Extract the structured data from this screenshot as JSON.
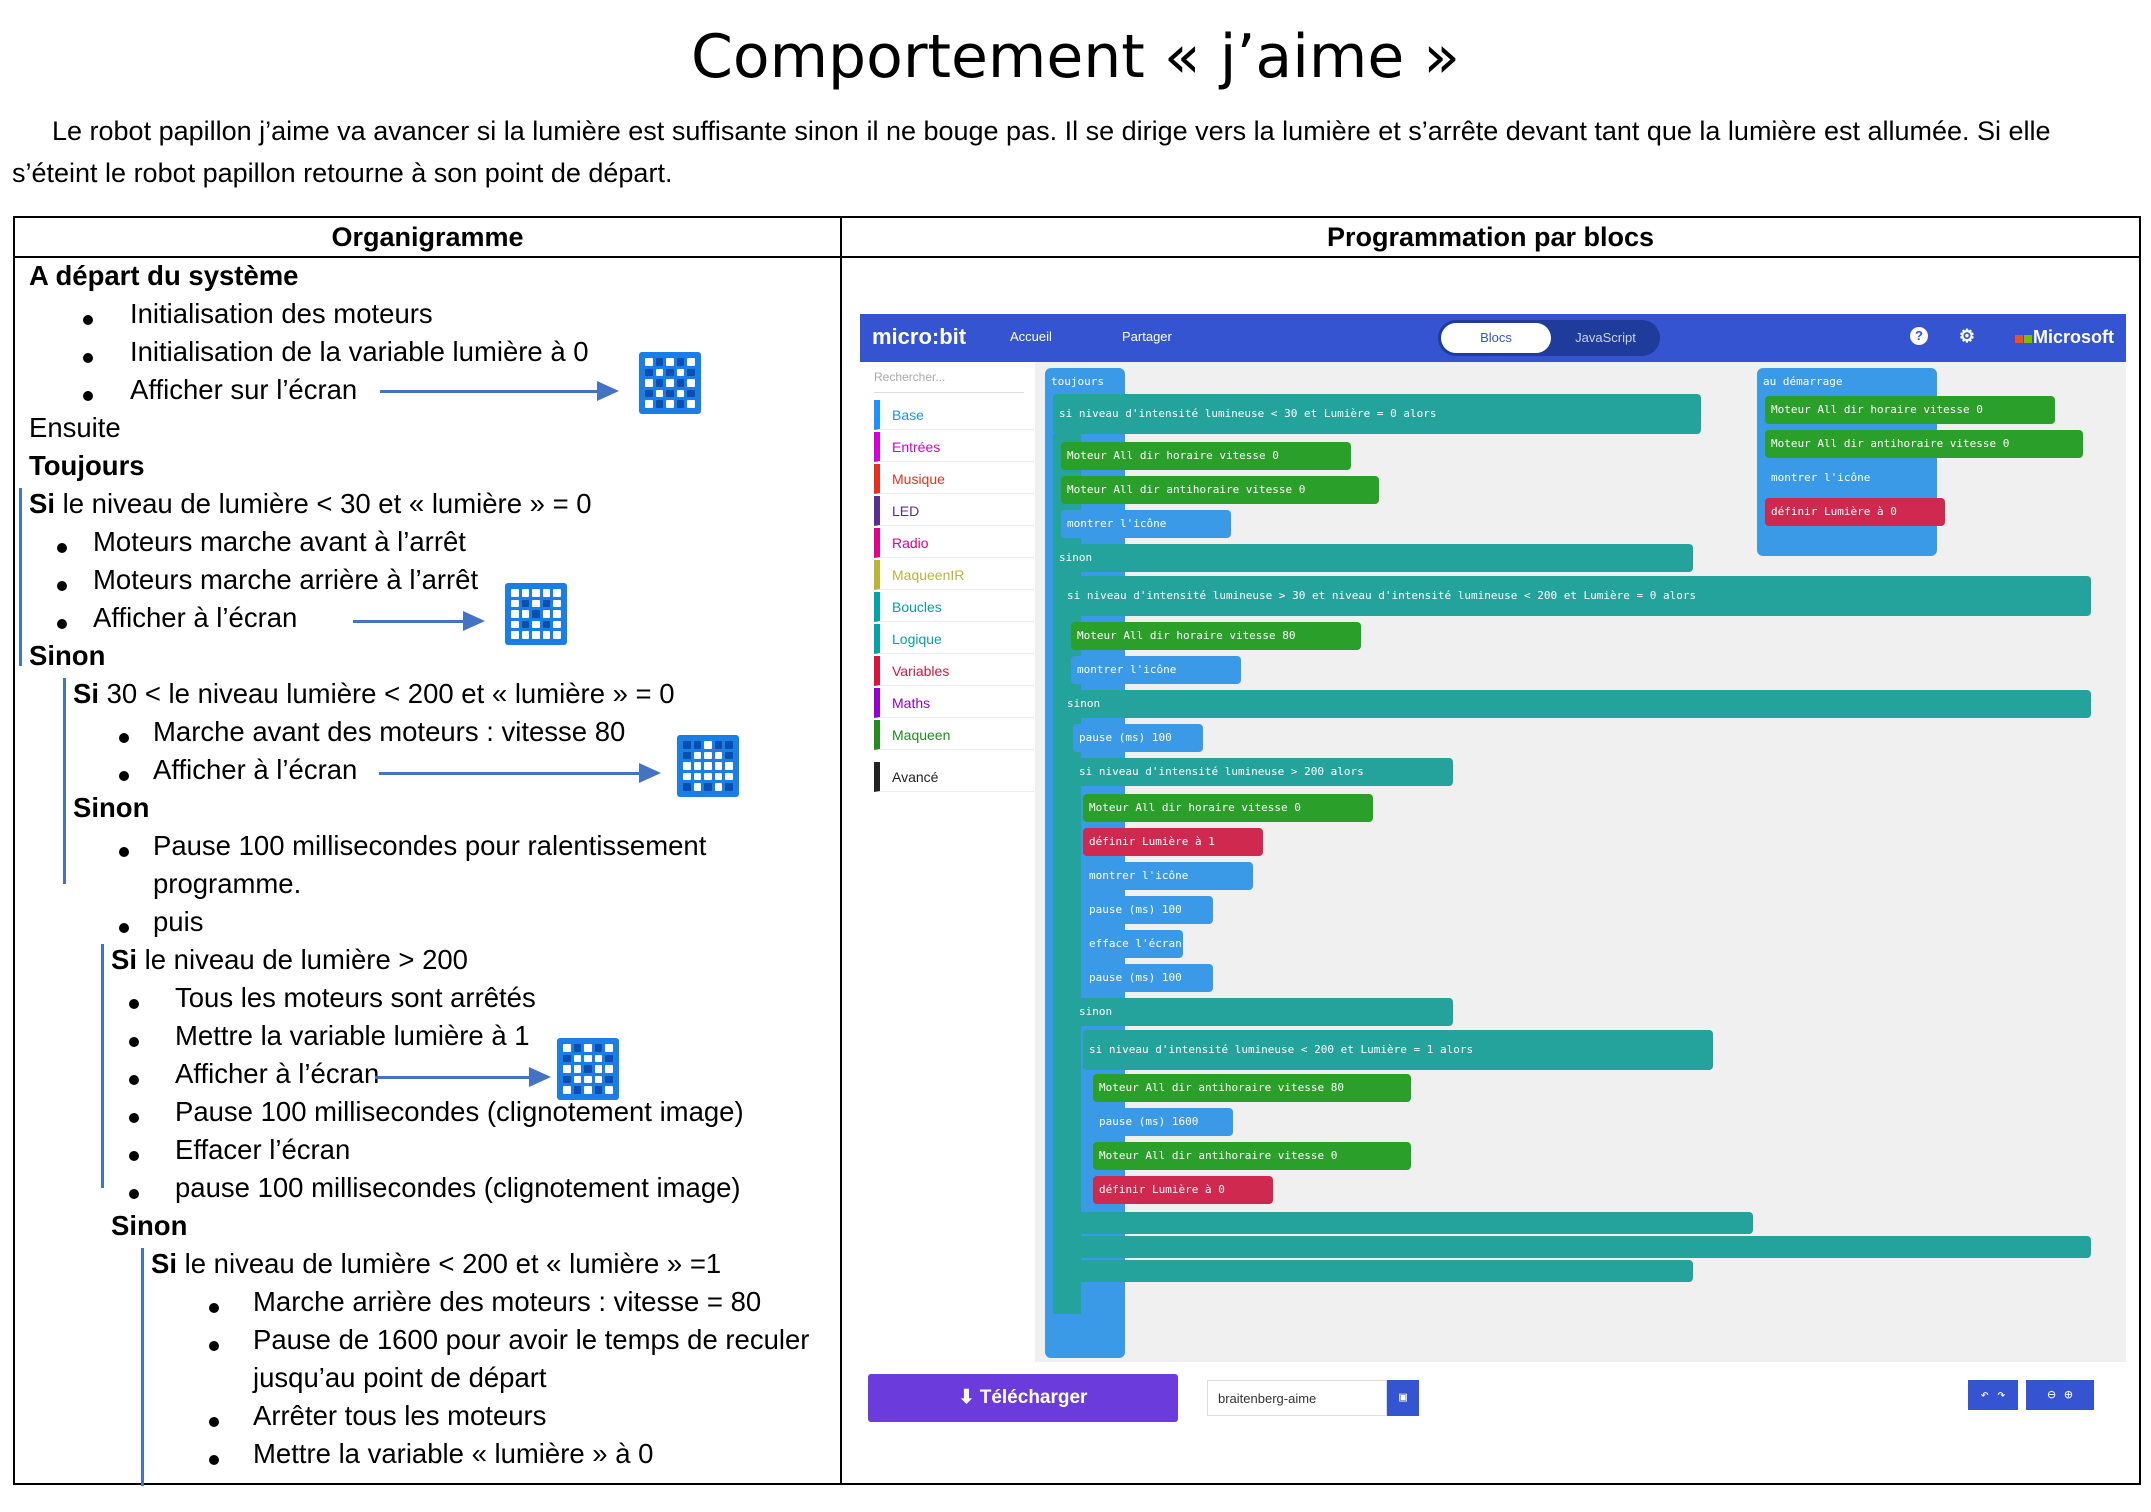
{
  "title": "Comportement « j’aime »",
  "intro": "Le robot papillon j’aime va avancer si la lumière est suffisante sinon il ne bouge pas. Il se dirige vers la lumière et s’arrête devant tant que la lumière est allumée. Si elle s’éteint le robot papillon retourne à son point de départ.",
  "table": {
    "col1_header": "Organigramme",
    "col2_header": "Programmation par blocs"
  },
  "org": {
    "start": "A départ du système",
    "init1": "Initialisation des moteurs",
    "init2": "Initialisation de la variable lumière à 0",
    "init3": "Afficher sur l’écran",
    "ensuite": "Ensuite",
    "toujours": "Toujours",
    "si1_kw": "Si",
    "si1": " le niveau de lumière < 30 et « lumière » = 0",
    "a1": "Moteurs marche avant à l’arrêt",
    "a2": "Moteurs marche arrière à l’arrêt",
    "a3": "Afficher à l’écran",
    "sinon1": "Sinon",
    "si2_kw": "Si",
    "si2": " 30 < le niveau lumière < 200 et « lumière » = 0",
    "b1": "Marche avant des moteurs : vitesse 80",
    "b2": "Afficher à l’écran",
    "sinon2": "Sinon",
    "c1": "Pause 100 millisecondes pour ralentissement",
    "c1b": "programme.",
    "c2": "puis",
    "si3_kw": "Si",
    "si3": " le niveau de lumière > 200",
    "d1": "Tous les moteurs sont arrêtés",
    "d2": "Mettre la variable lumière à 1",
    "d3": "Afficher à l’écran",
    "d4": "Pause 100 millisecondes (clignotement image)",
    "d5": "Effacer l’écran",
    "d6": "pause 100 millisecondes (clignotement image)",
    "sinon3": "Sinon",
    "si4_kw": "Si",
    "si4": " le niveau de lumière < 200 et « lumière » =1",
    "e1": "Marche arrière des moteurs : vitesse = 80",
    "e2": "Pause de 1600 pour avoir le temps de reculer",
    "e2b": "jusqu’au point de départ",
    "e3": "Arrêter tous les moteurs",
    "e4": "Mettre la variable « lumière » à 0"
  },
  "makecode": {
    "logo": "micro:bit",
    "home": "Accueil",
    "share": "Partager",
    "blocks_tab": "Blocs",
    "js_tab": "JavaScript",
    "brand": "Microsoft",
    "search": "Rechercher...",
    "categories": [
      "Base",
      "Entrées",
      "Musique",
      "LED",
      "Radio",
      "MaqueenIR",
      "Boucles",
      "Logique",
      "Variables",
      "Maths",
      "Maqueen",
      "Avancé"
    ],
    "category_colors": [
      "#1e90ff",
      "#d400d4",
      "#e63022",
      "#5c2d91",
      "#e3008c",
      "#bcb43a",
      "#00a4a6",
      "#00a4a6",
      "#dc143c",
      "#9400d3",
      "#228b22",
      "#222222"
    ],
    "download": "Télécharger",
    "filename": "braitenberg-aime",
    "blocks": {
      "forever": "toujours",
      "on_start": "au démarrage",
      "b01": "si  niveau d'intensité lumineuse  < 30  et  Lumière  = 0  alors",
      "b02": "Moteur All dir horaire vitesse 0",
      "b03": "Moteur All dir antihoraire vitesse 0",
      "b04": "montrer l'icône",
      "b05": "sinon",
      "b06": "si  niveau d'intensité lumineuse  > 30  et  niveau d'intensité lumineuse  < 200  et  Lumière  = 0  alors",
      "b07": "Moteur All dir horaire vitesse 80",
      "b08": "montrer l'icône",
      "b09": "sinon",
      "b10": "pause (ms) 100",
      "b11": "si  niveau d'intensité lumineuse  > 200  alors",
      "b12": "Moteur All dir horaire vitesse 0",
      "b13": "définir Lumière à 1",
      "b14": "montrer l'icône",
      "b15": "pause (ms) 100",
      "b16": "efface l'écran",
      "b17": "pause (ms) 100",
      "b18": "sinon",
      "b19": "si  niveau d'intensité lumineuse  < 200  et  Lumière  = 1  alors",
      "b20": "Moteur All dir antihoraire vitesse 80",
      "b21": "pause (ms) 1600",
      "b22": "Moteur All dir antihoraire vitesse 0",
      "b23": "définir Lumière à 0",
      "s01": "Moteur All dir horaire vitesse 0",
      "s02": "Moteur All dir antihoraire vitesse 0",
      "s03": "montrer l'icône",
      "s04": "définir Lumière à 0"
    }
  }
}
